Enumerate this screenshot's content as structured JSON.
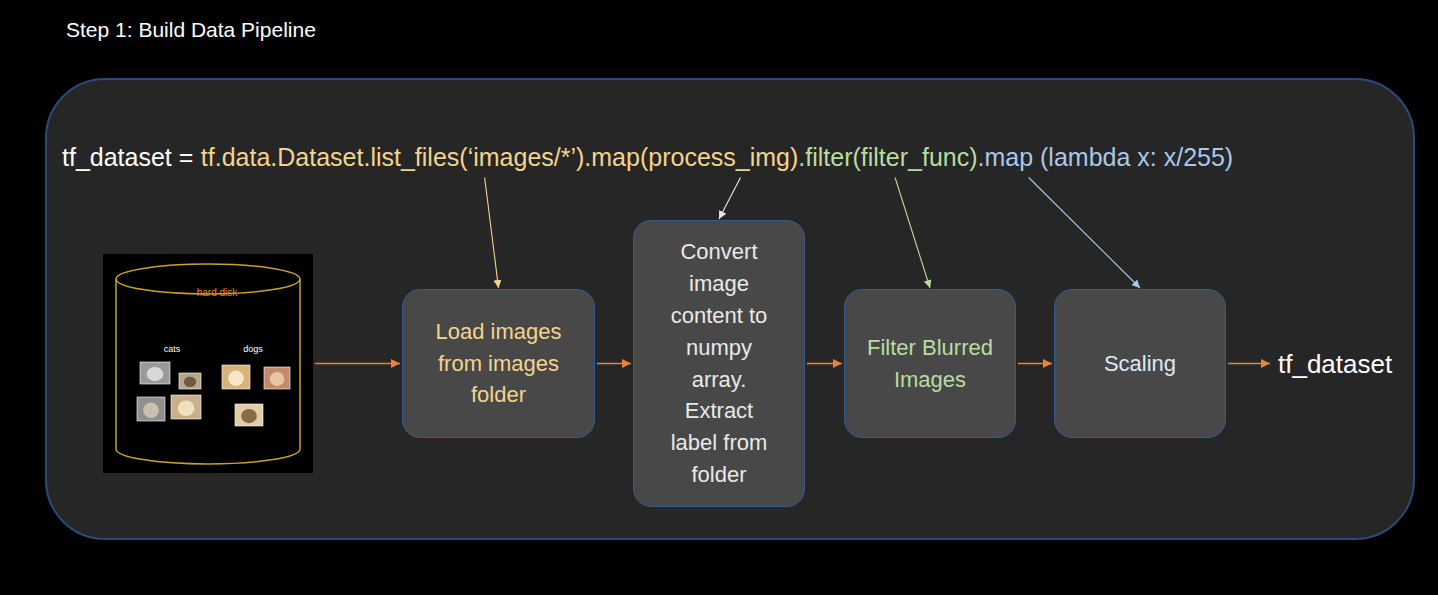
{
  "diagram": {
    "title": "Step 1: Build Data Pipeline",
    "nodes": [
      {
        "text": [
          "tf_dataset =",
          "tf.data.Dataset.list_files(‘images/*’)",
          ".map(process_img)",
          ".filter(filter_func)",
          ".map (lambda x: x/255)"
        ]
      },
      {
        "text": [
          "hard disk",
          "cats",
          "dogs"
        ],
        "in": 0
      },
      {
        "text": [
          "Load images from images folder"
        ],
        "in": 0
      },
      {
        "text": [
          "Convert image content to numpy array. Extract label from folder"
        ],
        "in": 0
      },
      {
        "text": [
          "Filter Blurred Images"
        ],
        "in": 0
      },
      {
        "text": [
          "Scaling"
        ],
        "in": 0
      },
      {
        "text": [
          "tf_dataset"
        ],
        "in": 0
      }
    ],
    "edges": [
      {
        "from": 1,
        "to": 2,
        "arrow": "to"
      },
      {
        "from": 2,
        "to": 3,
        "arrow": "to"
      },
      {
        "from": 3,
        "to": 4,
        "arrow": "to"
      },
      {
        "from": 4,
        "to": 5,
        "arrow": "to"
      },
      {
        "from": 5,
        "to": 6,
        "arrow": "to"
      }
    ]
  }
}
